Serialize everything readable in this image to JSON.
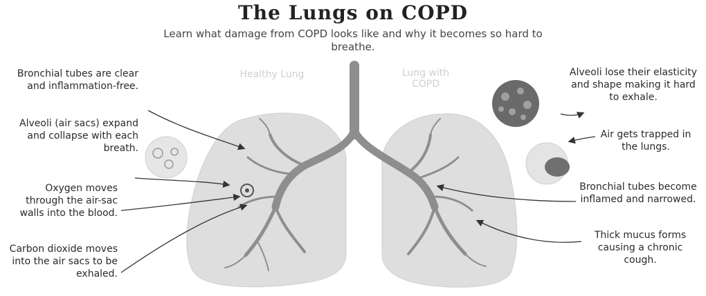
{
  "title": "The Lungs on COPD",
  "subtitle": "Learn what damage from COPD looks like and why it becomes so hard to breathe.",
  "headers": {
    "healthy": "Healthy Lung",
    "copd": "Lung with COPD"
  },
  "left_labels": [
    "Bronchial tubes are clear and inflammation-free.",
    "Alveoli (air sacs) expand and collapse with each breath.",
    "Oxygen moves through the air-sac walls into the blood.",
    "Carbon dioxide moves into the air sacs to be exhaled."
  ],
  "right_labels": [
    "Alveoli lose their elasticity and shape making it hard to exhale.",
    "Air gets trapped in the lungs.",
    "Bronchial tubes become inflamed and narrowed.",
    "Thick mucus forms causing a chronic cough."
  ],
  "colors": {
    "lung_fill": "#dedede",
    "airway": "#8e8e8e",
    "text": "#2a2a2a",
    "faint_text": "#cfcfcf"
  }
}
